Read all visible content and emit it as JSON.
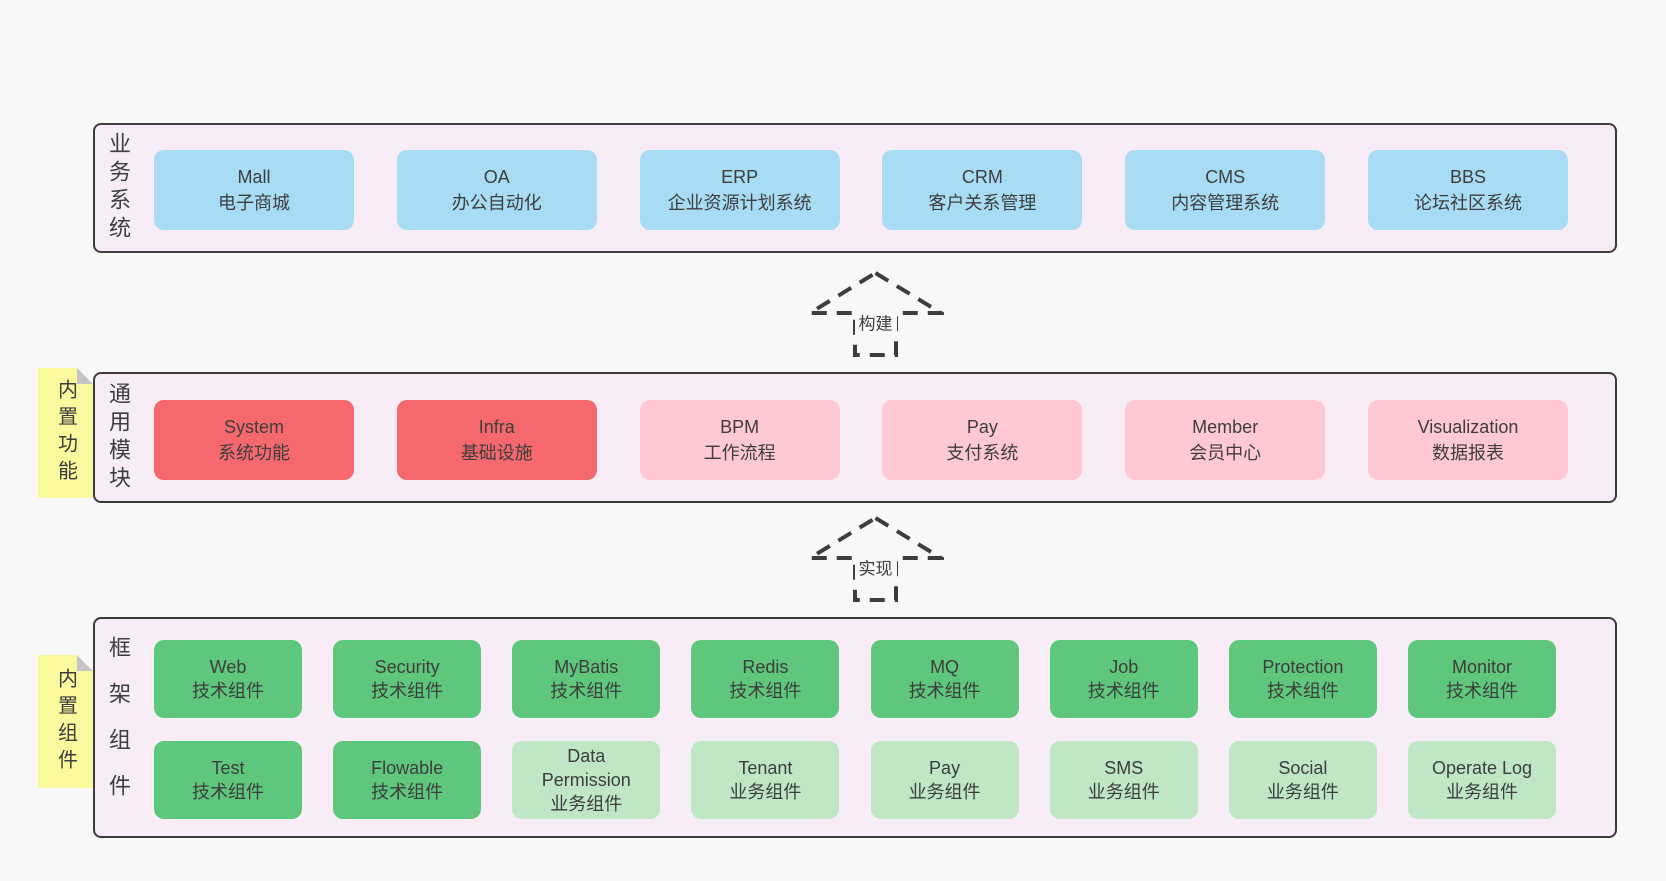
{
  "colors": {
    "pageBg": "#f8f8f8",
    "panelBg": "#f8edf6",
    "panelBorder": "#3c3c3c",
    "blue": "#a8dcf5",
    "red": "#f5696e",
    "pink": "#ffc9d3",
    "green": "#5ec77c",
    "greenLight": "#bfe7c6",
    "yellow": "#fbf99e",
    "fold": "#c4c4c4",
    "text": "#3d3d3d",
    "arrow": "#3d3d3d"
  },
  "arrows": {
    "build": "构建",
    "implement": "实现"
  },
  "layers": {
    "business": {
      "label": "业务系统",
      "boxes": [
        {
          "name": "Mall",
          "desc": "电子商城"
        },
        {
          "name": "OA",
          "desc": "办公自动化"
        },
        {
          "name": "ERP",
          "desc": "企业资源计划系统"
        },
        {
          "name": "CRM",
          "desc": "客户关系管理"
        },
        {
          "name": "CMS",
          "desc": "内容管理系统"
        },
        {
          "name": "BBS",
          "desc": "论坛社区系统"
        }
      ]
    },
    "modules": {
      "label": "通用模块",
      "note": "内置功能",
      "boxes": [
        {
          "name": "System",
          "desc": "系统功能"
        },
        {
          "name": "Infra",
          "desc": "基础设施"
        },
        {
          "name": "BPM",
          "desc": "工作流程"
        },
        {
          "name": "Pay",
          "desc": "支付系统"
        },
        {
          "name": "Member",
          "desc": "会员中心"
        },
        {
          "name": "Visualization",
          "desc": "数据报表"
        }
      ]
    },
    "framework": {
      "label": "框架组件",
      "note": "内置组件",
      "row1": [
        {
          "name": "Web",
          "desc": "技术组件"
        },
        {
          "name": "Security",
          "desc": "技术组件"
        },
        {
          "name": "MyBatis",
          "desc": "技术组件"
        },
        {
          "name": "Redis",
          "desc": "技术组件"
        },
        {
          "name": "MQ",
          "desc": "技术组件"
        },
        {
          "name": "Job",
          "desc": "技术组件"
        },
        {
          "name": "Protection",
          "desc": "技术组件"
        },
        {
          "name": "Monitor",
          "desc": "技术组件"
        }
      ],
      "row2": [
        {
          "name": "Test",
          "desc": "技术组件"
        },
        {
          "name": "Flowable",
          "desc": "技术组件"
        },
        {
          "name": "Data Permission",
          "desc": "业务组件"
        },
        {
          "name": "Tenant",
          "desc": "业务组件"
        },
        {
          "name": "Pay",
          "desc": "业务组件"
        },
        {
          "name": "SMS",
          "desc": "业务组件"
        },
        {
          "name": "Social",
          "desc": "业务组件"
        },
        {
          "name": "Operate Log",
          "desc": "业务组件"
        }
      ]
    }
  }
}
